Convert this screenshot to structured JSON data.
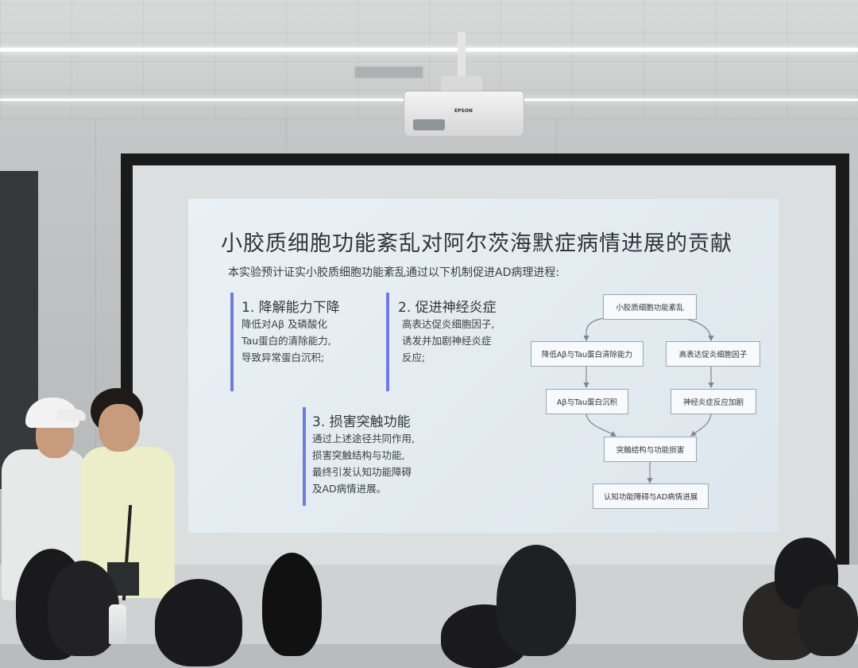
{
  "projector": {
    "brand": "EPSON"
  },
  "slide": {
    "title": "小胶质细胞功能紊乱对阿尔茨海默症病情进展的贡献",
    "subtitle": "本实验预计证实小胶质细胞功能紊乱通过以下机制促进AD病理进程:",
    "points": [
      {
        "title": "1. 降解能力下降",
        "lines": [
          "降低对Aβ 及磷酸化",
          "Tau蛋白的清除能力,",
          "导致异常蛋白沉积;"
        ]
      },
      {
        "title": "2. 促进神经炎症",
        "lines": [
          "高表达促炎细胞因子,",
          "诱发并加剧神经炎症",
          "反应;"
        ]
      },
      {
        "title": "3. 损害突触功能",
        "lines": [
          "通过上述途径共同作用,",
          "损害突触结构与功能,",
          "最终引发认知功能障碍",
          "及AD病情进展。"
        ]
      }
    ],
    "flowchart": {
      "top": "小胶质细胞功能紊乱",
      "left1": "降低Aβ与Tau蛋白清除能力",
      "right1": "高表达促炎细胞因子",
      "left2": "Aβ与Tau蛋白沉积",
      "right2": "神经炎症反应加剧",
      "merge": "突触结构与功能损害",
      "bottom": "认知功能障碍与AD病情进展"
    }
  },
  "colors": {
    "accent_bar": "#6f7dd9",
    "slide_bg": "#e6eef3",
    "screen_frame": "#1a1a1b"
  }
}
